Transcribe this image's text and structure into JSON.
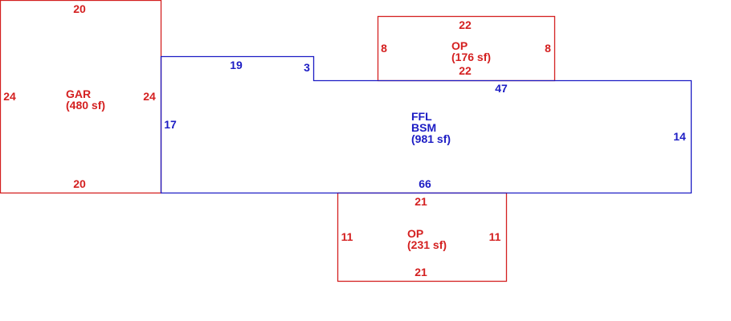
{
  "colors": {
    "accessory": "#d42020",
    "main": "#1c1cc4",
    "background": "#ffffff"
  },
  "areas": {
    "garage": {
      "name": "GAR",
      "area": "(480 sf)",
      "dims": {
        "top": "20",
        "bottom": "20",
        "left": "24",
        "right": "24"
      }
    },
    "main": {
      "line1": "FFL",
      "line2": "BSM",
      "area": "(981 sf)",
      "dims": {
        "top_left": "19",
        "step": "3",
        "top_right": "47",
        "left": "17",
        "right": "14",
        "bottom": "66"
      }
    },
    "porch_top": {
      "name": "OP",
      "area": "(176 sf)",
      "dims": {
        "top": "22",
        "bottom": "22",
        "left": "8",
        "right": "8"
      }
    },
    "porch_bottom": {
      "name": "OP",
      "area": "(231 sf)",
      "dims": {
        "top": "21",
        "bottom": "21",
        "left": "11",
        "right": "11"
      }
    }
  }
}
